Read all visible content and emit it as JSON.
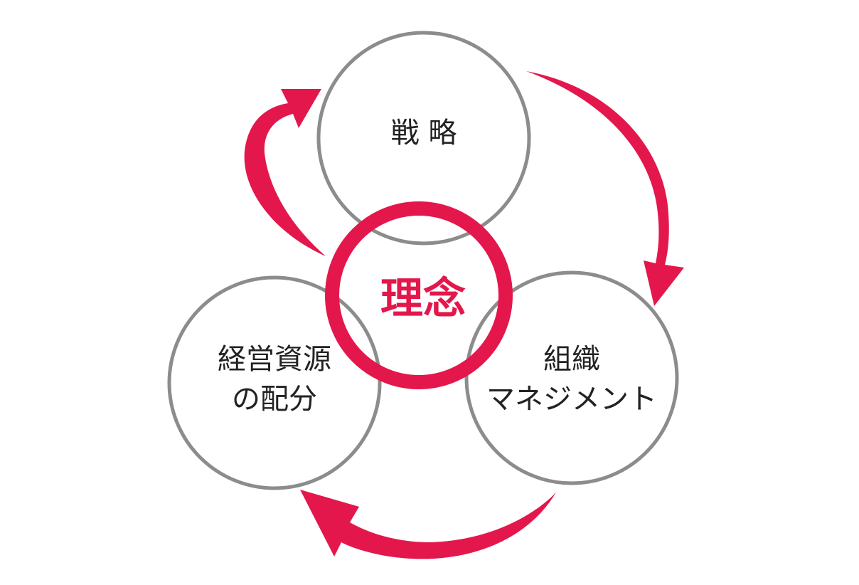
{
  "colors": {
    "accent": "#e3174b",
    "circle_outline": "#8c8c8c",
    "text": "#222222",
    "background": "#ffffff"
  },
  "center": {
    "label": "理念"
  },
  "nodes": {
    "strategy": {
      "label": "戦 略"
    },
    "organization": {
      "line1": "組織",
      "line2": "マネジメント"
    },
    "resources": {
      "line1": "経営資源",
      "line2": "の配分"
    }
  }
}
